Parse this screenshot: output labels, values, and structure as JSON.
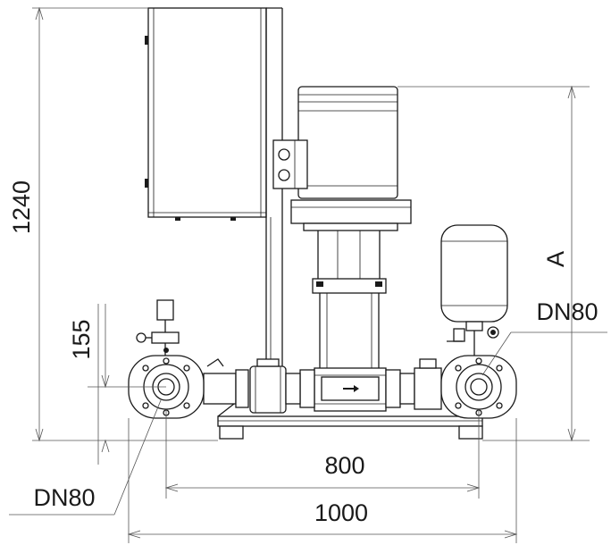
{
  "dimensions": {
    "height_total": "1240",
    "inlet_height": "155",
    "height_a": "A",
    "spacing_outlet": "800",
    "width_total": "1000"
  },
  "labels": {
    "discharge_dn": "DN80",
    "suction_dn": "DN80"
  },
  "colors": {
    "line": "#1a1a1a",
    "dimension": "#555555"
  }
}
